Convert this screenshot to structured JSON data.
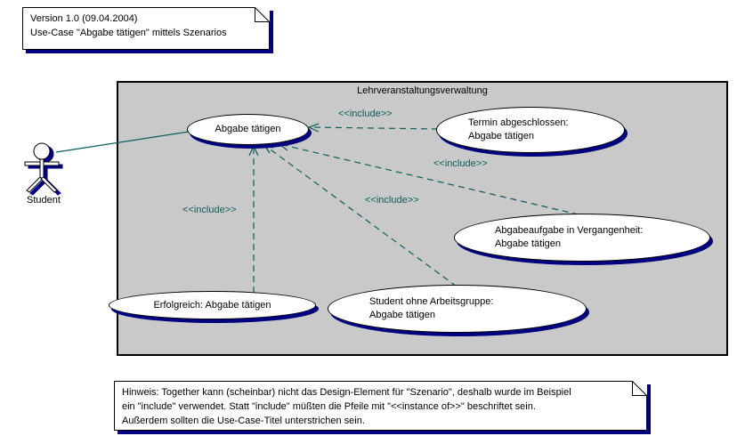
{
  "diagram": {
    "top_note": {
      "line1": "Version 1.0 (09.04.2004)",
      "line2": "Use-Case \"Abgabe tätigen\" mittels Szenarios"
    },
    "system_boundary": {
      "title": "Lehrveranstaltungsverwaltung"
    },
    "actor": {
      "label": "Student"
    },
    "use_cases": {
      "main": {
        "line1": "Abgabe tätigen"
      },
      "termin": {
        "line1": "Termin abgeschlossen:",
        "line2": "Abgabe tätigen"
      },
      "vergangenheit": {
        "line1": "Abgabeaufgabe in Vergangenheit:",
        "line2": "Abgabe tätigen"
      },
      "erfolgreich": {
        "line1": "Erfolgreich: Abgabe tätigen"
      },
      "ohne_gruppe": {
        "line1": "Student ohne Arbeitsgruppe:",
        "line2": "Abgabe tätigen"
      }
    },
    "include_arrows": {
      "termin": {
        "label": "<<include>>"
      },
      "vergangenheit": {
        "label": "<<include>>"
      },
      "ohne_gruppe": {
        "label": "<<include>>"
      },
      "erfolgreich": {
        "label": "<<include>>"
      }
    },
    "bottom_note": {
      "line1": "Hinweis: Together kann (scheinbar) nicht das Design-Element für \"Szenario\", deshalb wurde im Beispiel",
      "line2": "ein \"include\" verwendet. Statt \"include\" müßten die Pfeile mit \"<<instance of>>\" beschriftet sein.",
      "line3": "Außerdem sollten die Use-Case-Titel unterstrichen sein."
    },
    "colors": {
      "link_line": "#0d5c5c",
      "element_shadow": "#000080",
      "boundary_fill": "#c9c9c9"
    }
  }
}
